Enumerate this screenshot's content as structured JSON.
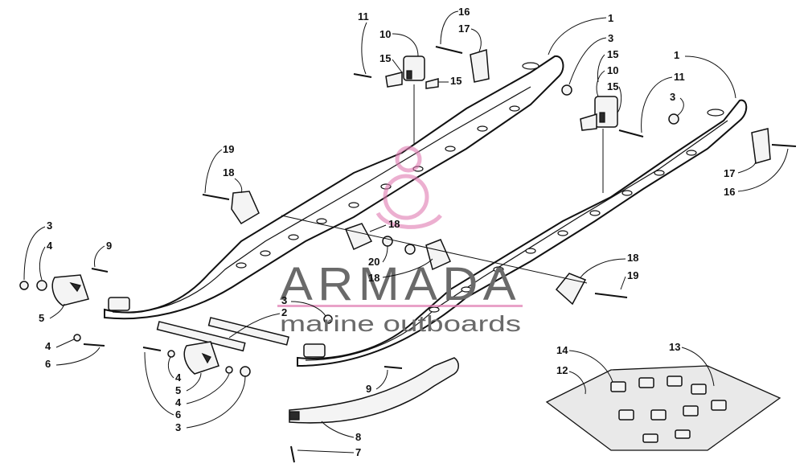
{
  "watermark": {
    "brand": "ARMADA",
    "tagline": "marine outboards",
    "logo": "circle-figure-logo",
    "colors": {
      "logo": "#e07ab0",
      "text": "#6a6a6a"
    }
  },
  "callouts": {
    "c11a": "11",
    "c10a": "10",
    "c15a": "15",
    "c15b": "15",
    "c16a": "16",
    "c17a": "17",
    "c1a": "1",
    "c3a": "3",
    "c15c": "15",
    "c10b": "10",
    "c15d": "15",
    "c1b": "1",
    "c11b": "11",
    "c3b": "3",
    "c17b": "17",
    "c16b": "16",
    "c19a": "19",
    "c18a": "18",
    "c18b": "18",
    "c20": "20",
    "c18c": "18",
    "c18d": "18",
    "c19b": "19",
    "c3c": "3",
    "c4a": "4",
    "c9a": "9",
    "c5a": "5",
    "c4b": "4",
    "c6a": "6",
    "c3d": "3",
    "c2": "2",
    "c4c": "4",
    "c5b": "5",
    "c4d": "4",
    "c6b": "6",
    "c3e": "3",
    "c9b": "9",
    "c8": "8",
    "c7": "7",
    "c14": "14",
    "c12": "12",
    "c13": "13"
  }
}
